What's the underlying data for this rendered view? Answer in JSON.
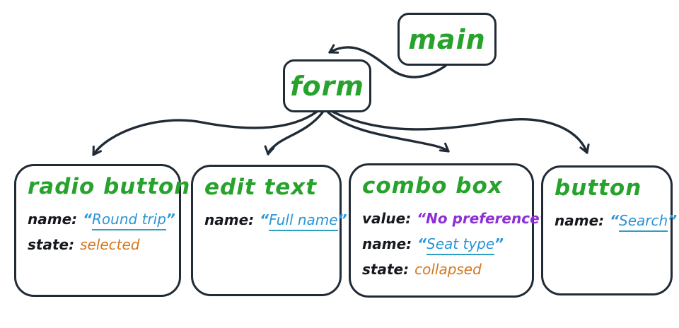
{
  "ui": {
    "open_quote": "“",
    "close_quote": "”"
  },
  "colors": {
    "node_border": "#212b36",
    "node_label_green": "#27a32d",
    "name_blue": "#2b95d6",
    "underline_teal": "#2ba0c2",
    "state_orange": "#d4771c",
    "value_purple": "#8e2fd6",
    "key_black": "#15181e"
  },
  "nodes": {
    "main": {
      "label": "main"
    },
    "form": {
      "label": "form"
    },
    "radio_button": {
      "label": "radio button",
      "name_key": "name:",
      "name_value": "Round trip",
      "state_key": "state:",
      "state_value": "selected"
    },
    "edit_text": {
      "label": "edit text",
      "name_key": "name:",
      "name_value": "Full name"
    },
    "combo_box": {
      "label": "combo box",
      "value_key": "value:",
      "value_value": "No preference",
      "name_key": "name:",
      "name_value": "Seat type",
      "state_key": "state:",
      "state_value": "collapsed"
    },
    "button": {
      "label": "button",
      "name_key": "name:",
      "name_value": "Search"
    }
  },
  "edges": [
    {
      "from": "main",
      "to": "form"
    },
    {
      "from": "form",
      "to": "radio button"
    },
    {
      "from": "form",
      "to": "edit text"
    },
    {
      "from": "form",
      "to": "combo box"
    },
    {
      "from": "form",
      "to": "button"
    }
  ]
}
